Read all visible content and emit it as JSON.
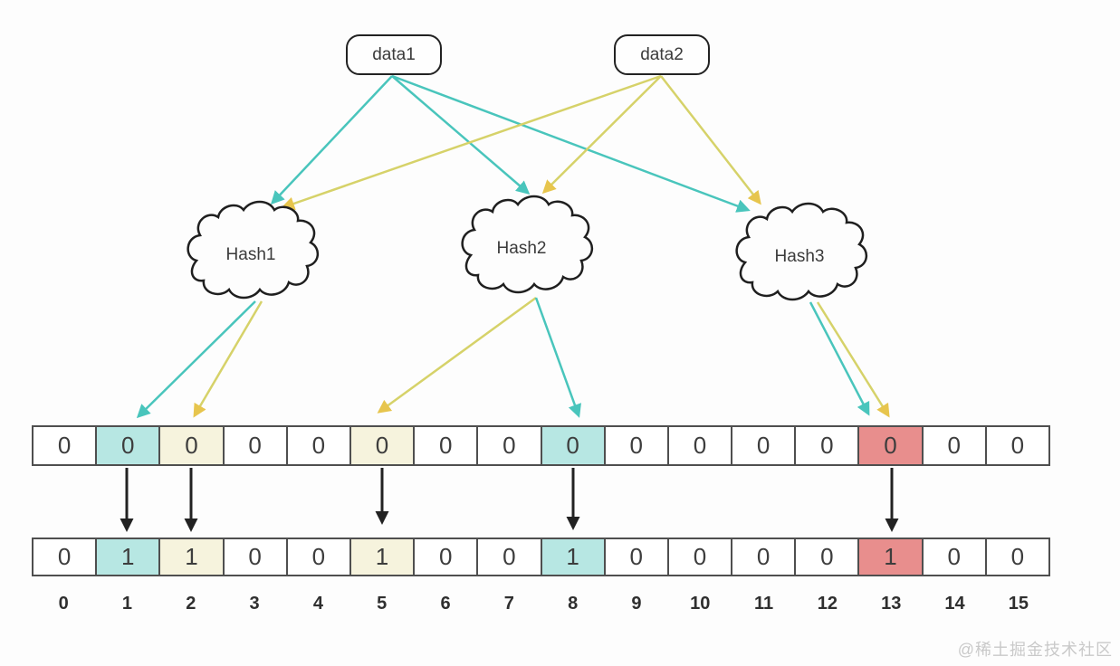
{
  "nodes": {
    "data1": {
      "label": "data1"
    },
    "data2": {
      "label": "data2"
    }
  },
  "hash_nodes": [
    {
      "label": "Hash1"
    },
    {
      "label": "Hash2"
    },
    {
      "label": "Hash3"
    }
  ],
  "bit_array_before": [
    "0",
    "0",
    "0",
    "0",
    "0",
    "0",
    "0",
    "0",
    "0",
    "0",
    "0",
    "0",
    "0",
    "0",
    "0",
    "0"
  ],
  "bit_array_after": [
    "0",
    "1",
    "1",
    "0",
    "0",
    "1",
    "0",
    "0",
    "1",
    "0",
    "0",
    "0",
    "0",
    "1",
    "0",
    "0"
  ],
  "highlights": {
    "1": "cyan",
    "2": "cream",
    "5": "cream",
    "8": "cyan",
    "13": "red"
  },
  "index_labels": [
    "0",
    "1",
    "2",
    "3",
    "4",
    "5",
    "6",
    "7",
    "8",
    "9",
    "10",
    "11",
    "12",
    "13",
    "14",
    "15"
  ],
  "colors": {
    "cyan": "#b7e7e3",
    "cream": "#f6f3dd",
    "red": "#e88e8d",
    "teal_arrow": "#49c5bc",
    "yellow_arrow": "#d6d269",
    "yellow_head": "#e7c54d",
    "black_arrow": "#222222",
    "cell_border": "#4f4f4f"
  },
  "watermark": "@稀土掘金技术社区"
}
